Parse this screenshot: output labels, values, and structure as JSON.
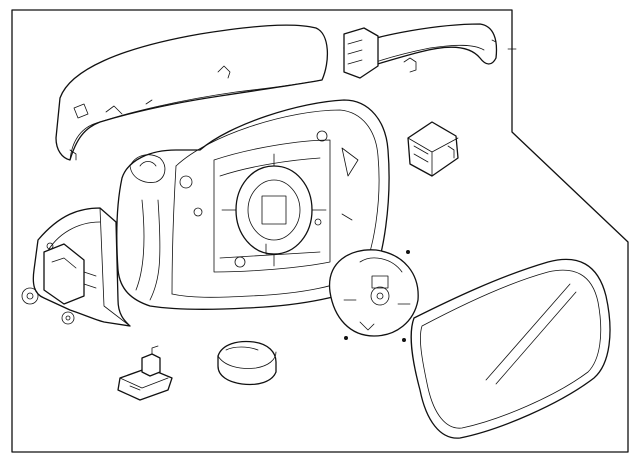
{
  "diagram": {
    "background": "#ffffff",
    "line_color": "#111111",
    "parts": [
      "mirror-cover",
      "turn-signal-lamp",
      "mirror-housing",
      "mounting-base",
      "motor-connector",
      "glass-actuator",
      "mirror-glass",
      "puddle-lamp",
      "cap-plug"
    ]
  }
}
